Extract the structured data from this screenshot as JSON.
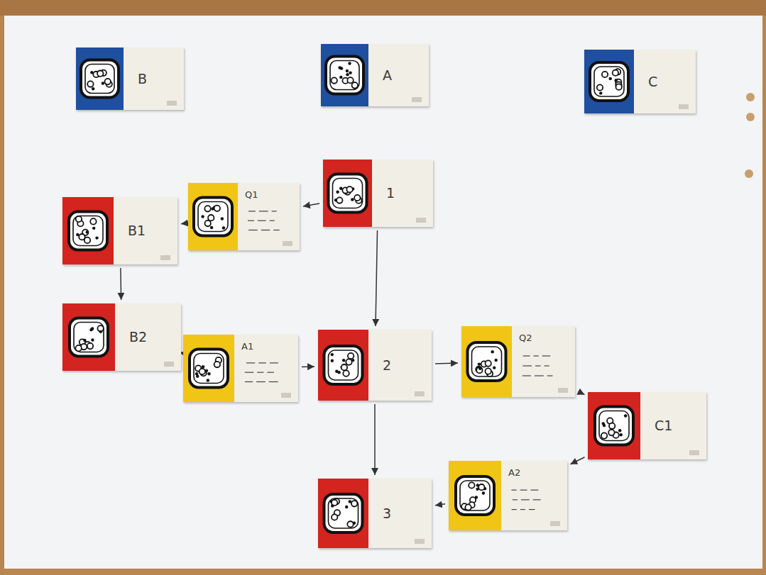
{
  "diagram": {
    "nodes": [
      {
        "text": [
          "B"
        ]
      },
      {
        "text": [
          "A"
        ]
      },
      {
        "text": [
          "C"
        ]
      },
      {
        "text": [
          "1"
        ]
      },
      {
        "text": [
          "Q1"
        ]
      },
      {
        "text": [
          "B1"
        ]
      },
      {
        "text": [
          "B2"
        ]
      },
      {
        "text": [
          "A1"
        ]
      },
      {
        "text": [
          "2"
        ]
      },
      {
        "text": [
          "Q2"
        ]
      },
      {
        "text": [
          "C1"
        ]
      },
      {
        "text": [
          "A2"
        ]
      },
      {
        "text": [
          "3"
        ]
      }
    ],
    "edges": [
      {
        "from": 3,
        "to": 4,
        "arrow": "to"
      },
      {
        "from": 4,
        "to": 5,
        "arrow": "to"
      },
      {
        "from": 3,
        "to": 8,
        "arrow": "to"
      },
      {
        "from": 5,
        "to": 6,
        "arrow": "to"
      },
      {
        "from": 6,
        "to": 7,
        "arrow": "to"
      },
      {
        "from": 7,
        "to": 8,
        "arrow": "to"
      },
      {
        "from": 8,
        "to": 9,
        "arrow": "to"
      },
      {
        "from": 9,
        "to": 10,
        "arrow": "to"
      },
      {
        "from": 10,
        "to": 11,
        "arrow": "to"
      },
      {
        "from": 11,
        "to": 12,
        "arrow": "to"
      },
      {
        "from": 8,
        "to": 12,
        "arrow": "to"
      }
    ]
  }
}
